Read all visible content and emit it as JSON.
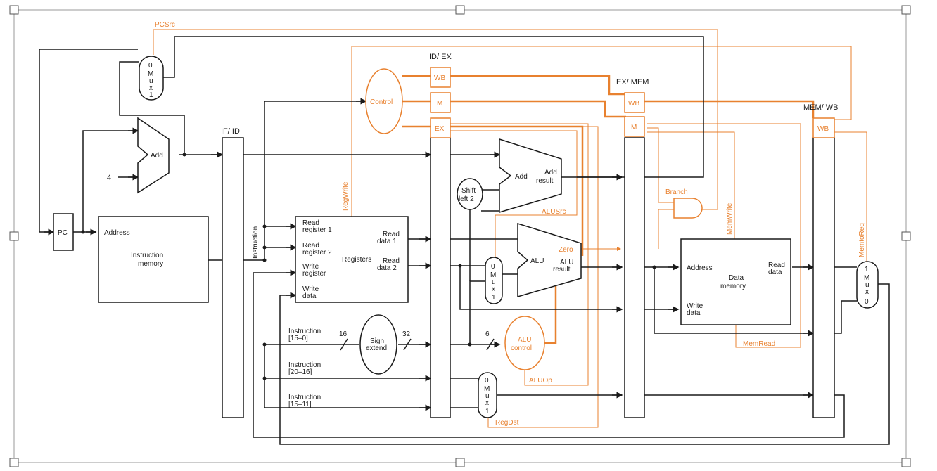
{
  "frame": {
    "line_color": "#999999",
    "handles": "selection-handles"
  },
  "colors": {
    "datapath": "#1a1a1a",
    "control": "#e8812f"
  },
  "pipeline_registers": {
    "if_id": "IF/ ID",
    "id_ex": "ID/ EX",
    "ex_mem": "EX/ MEM",
    "mem_wb": "MEM/ WB"
  },
  "stage_fields": {
    "wb": "WB",
    "m": "M",
    "ex": "EX"
  },
  "pc": {
    "label": "PC"
  },
  "add_pc": {
    "label": "Add",
    "four": "4"
  },
  "mux_pc": {
    "l0": "0",
    "l1": "M",
    "l2": "u",
    "l3": "x",
    "l4": "1"
  },
  "instruction_memory": {
    "address": "Address",
    "title_line1": "Instruction",
    "title_line2": "memory",
    "bus_label": "Instruction"
  },
  "control": {
    "label": "Control"
  },
  "registers": {
    "read_reg1_l1": "Read",
    "read_reg1_l2": "register 1",
    "read_reg2_l1": "Read",
    "read_reg2_l2": "register 2",
    "write_reg_l1": "Write",
    "write_reg_l2": "register",
    "write_data_l1": "Write",
    "write_data_l2": "data",
    "read_data1_l1": "Read",
    "read_data1_l2": "data 1",
    "read_data2_l1": "Read",
    "read_data2_l2": "data 2",
    "title": "Registers"
  },
  "instr_fields": {
    "f1_l1": "Instruction",
    "f1_l2": "[15–0]",
    "f2_l1": "Instruction",
    "f2_l2": "[20–16]",
    "f3_l1": "Instruction",
    "f3_l2": "[15–11]"
  },
  "sign_extend": {
    "l1": "Sign",
    "l2": "extend",
    "in_bits": "16",
    "out_bits": "32"
  },
  "shift_left": {
    "l1": "Shift",
    "l2": "left 2"
  },
  "add_branch": {
    "label": "Add",
    "result_l1": "Add",
    "result_l2": "result"
  },
  "mux_alu": {
    "l0": "0",
    "l1": "M",
    "l2": "u",
    "l3": "x",
    "l4": "1"
  },
  "alu": {
    "label": "ALU",
    "zero": "Zero",
    "result_l1": "ALU",
    "result_l2": "result"
  },
  "alu_control": {
    "l1": "ALU",
    "l2": "control",
    "bits": "6"
  },
  "mux_regdst": {
    "l0": "0",
    "l1": "M",
    "l2": "u",
    "l3": "x",
    "l4": "1"
  },
  "data_memory": {
    "address": "Address",
    "title_l1": "Data",
    "title_l2": "memory",
    "read_l1": "Read",
    "read_l2": "data",
    "write_l1": "Write",
    "write_l2": "data"
  },
  "mux_wb": {
    "l0": "1",
    "l1": "M",
    "l2": "u",
    "l3": "x",
    "l4": "0"
  },
  "signals": {
    "pcsrc": "PCSrc",
    "regwrite": "RegWrite",
    "branch": "Branch",
    "memwrite": "MemWrite",
    "memtoreg": "MemtoReg",
    "alusrc": "ALUSrc",
    "aluop": "ALUOp",
    "regdst": "RegDst",
    "memread": "MemRead"
  }
}
